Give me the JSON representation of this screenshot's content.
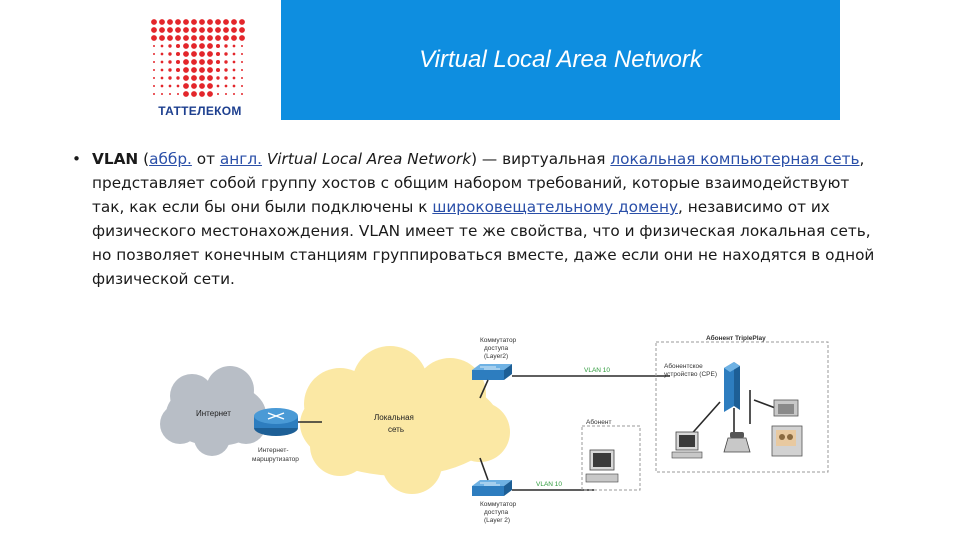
{
  "header": {
    "logo_text": "ТАТТЕЛЕКОМ",
    "title": "Virtual Local Area Network",
    "banner_color": "#0e8ee0",
    "logo_color": "#e3262b"
  },
  "content": {
    "bullet": "•",
    "term": "VLAN",
    "p_open": " (",
    "abbr_link": "аббр.",
    "from": " от ",
    "engl_link": "англ.",
    "space": " ",
    "english_term": "Virtual Local Area Network",
    "p_close_dash": ") — виртуальная ",
    "lan_link": "локальная компьютерная сеть",
    "text_mid": ", представляет собой группу хостов с общим набором требований, которые взаимодействуют так, как если бы они были подключены к ",
    "broadcast_link": "широковещательному домену",
    "text_end": ", независимо от их физического местонахождения. VLAN имеет те же свойства, что и физическая локальная сеть, но позволяет конечным станциям группироваться вместе, даже если они не находятся в одной физической сети."
  },
  "diagram": {
    "internet": "Интернет",
    "local_net_1": "Локальная",
    "local_net_2": "сеть",
    "router_1": "Интернет-",
    "router_2": "маршрутизатор",
    "switch_top_1": "Коммутатор",
    "switch_top_2": "доступа",
    "switch_top_3": "(Layer2)",
    "switch_bot_1": "Коммутатор",
    "switch_bot_2": "доступа",
    "switch_bot_3": "(Layer 2)",
    "vlan_top": "VLAN 10",
    "vlan_bot": "VLAN 10",
    "triple_play": "Абонент TriplePlay",
    "cpe_1": "Абонентское",
    "cpe_2": "устройство (CPE)",
    "subscriber": "Абонент"
  }
}
